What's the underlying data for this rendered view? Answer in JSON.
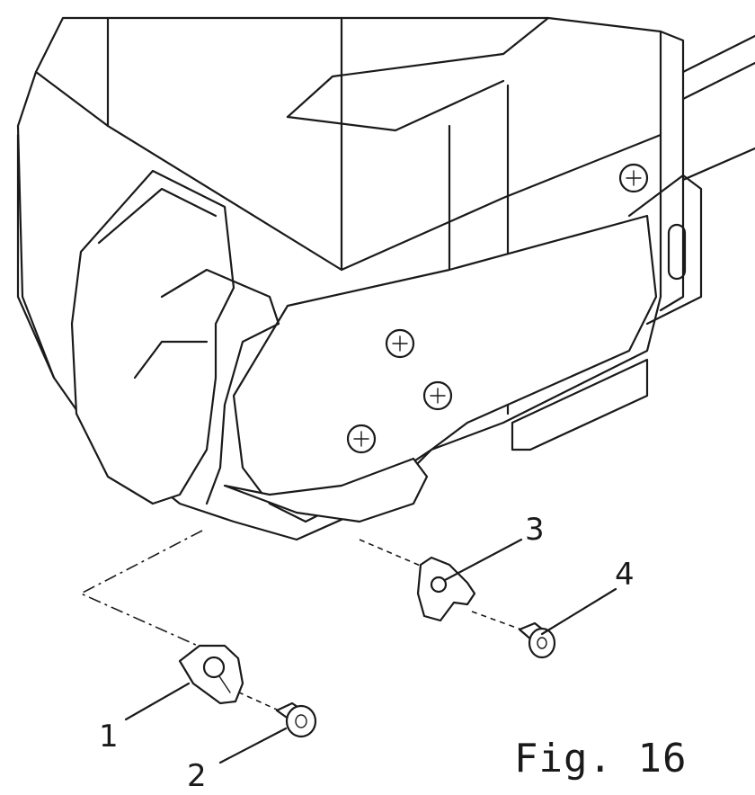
{
  "figure": {
    "caption": "Fig. 16",
    "callouts": [
      {
        "number": "1",
        "part": "bracket"
      },
      {
        "number": "2",
        "part": "screw"
      },
      {
        "number": "3",
        "part": "knob"
      },
      {
        "number": "4",
        "part": "screw"
      }
    ]
  }
}
